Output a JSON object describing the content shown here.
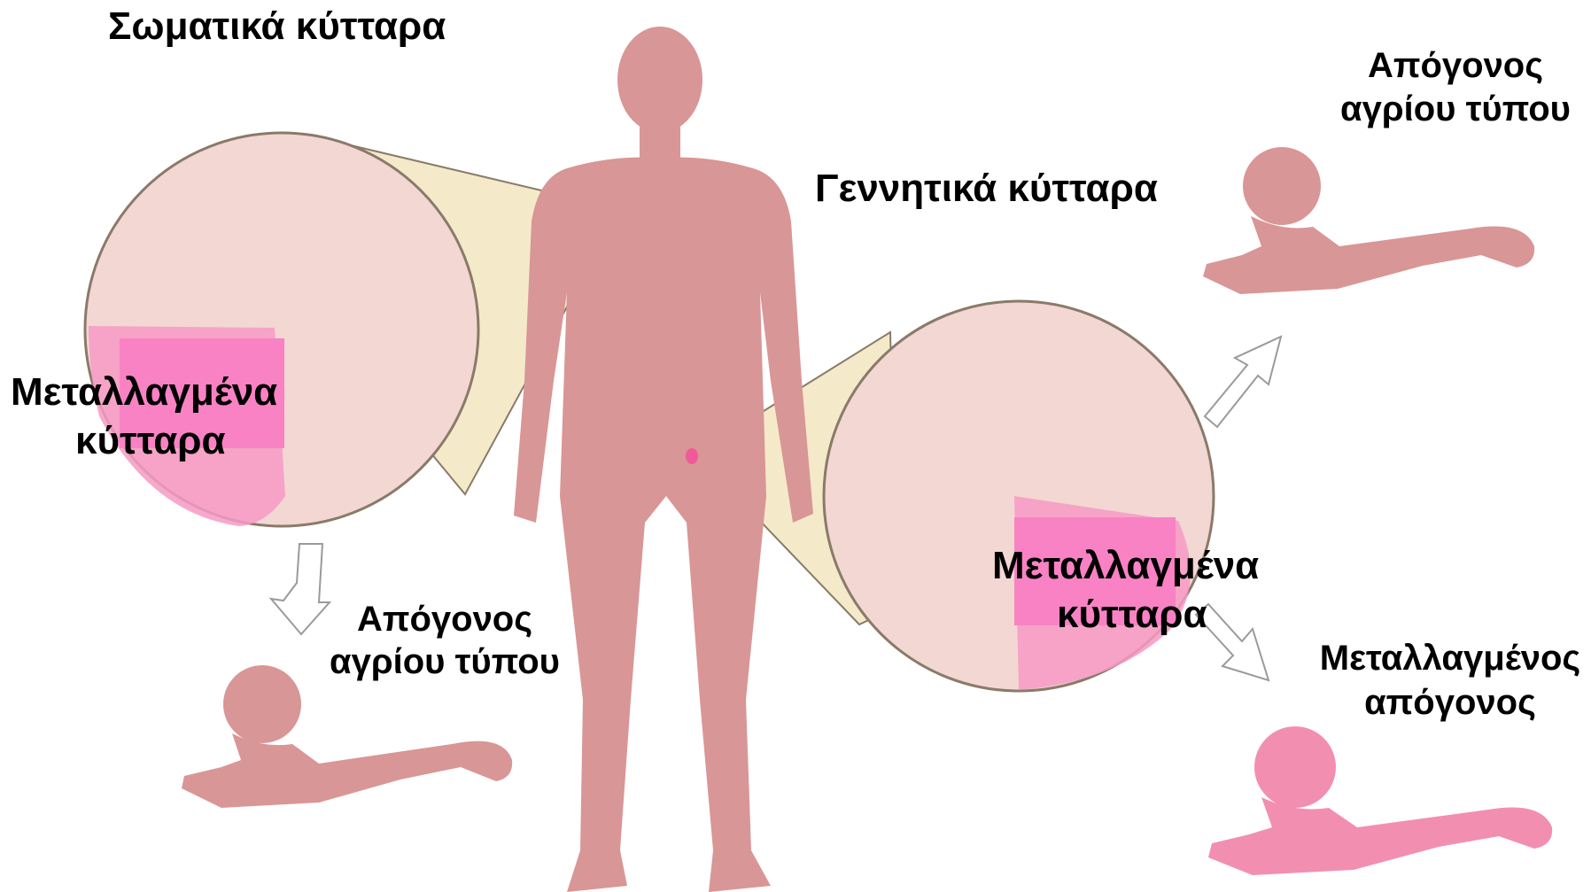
{
  "labels": {
    "somatic_title": "Σωματικά κύτταρα",
    "germline_title": "Γεννητικά κύτταρα",
    "somatic_mutated_line1": "Μεταλλαγμένα",
    "somatic_mutated_line2": "κύτταρα",
    "germline_mutated_line1": "Μεταλλαγμένα",
    "germline_mutated_line2": "κύτταρα",
    "somatic_offspring_line1": "Απόγονος",
    "somatic_offspring_line2": "αγρίου τύπου",
    "germline_wild_offspring_line1": "Απόγονος",
    "germline_wild_offspring_line2": "αγρίου τύπου",
    "mutant_offspring_line1": "Μεταλλαγμένος",
    "mutant_offspring_line2": "απόγονος"
  },
  "colors": {
    "figure": "#d99696",
    "circle_fill": "#f3d7d3",
    "zoom_cone": "#f2e6bf",
    "mutated_patch": "#f69ac4",
    "mutated_patch_bright": "#f882c4",
    "mutant_baby": "#f28fb0",
    "wild_baby": "#d99696",
    "arrow_fill": "#ffffff",
    "arrow_stroke": "#9a9a9a",
    "circle_stroke": "#8a7a6a"
  }
}
